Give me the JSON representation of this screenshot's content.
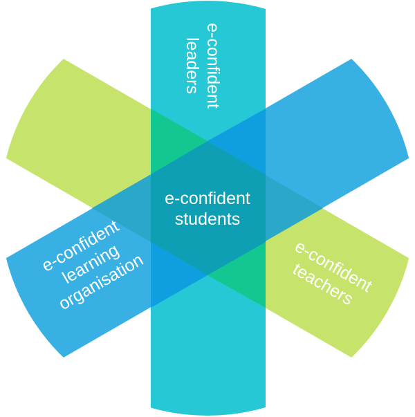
{
  "diagram": {
    "center": {
      "line1": "e-confident",
      "line2": "students"
    },
    "leaders": {
      "line1": "e-confident",
      "line2": "leaders"
    },
    "teachers": {
      "line1": "e-confident",
      "line2": "teachers"
    },
    "organisation": {
      "line1": "e-confident",
      "line2": "learning",
      "line3": "organisation"
    },
    "colors": {
      "teal": "#26c8d6",
      "green": "#c6e46c",
      "blue": "#39b0e4",
      "center": "#0f9fb4"
    }
  }
}
